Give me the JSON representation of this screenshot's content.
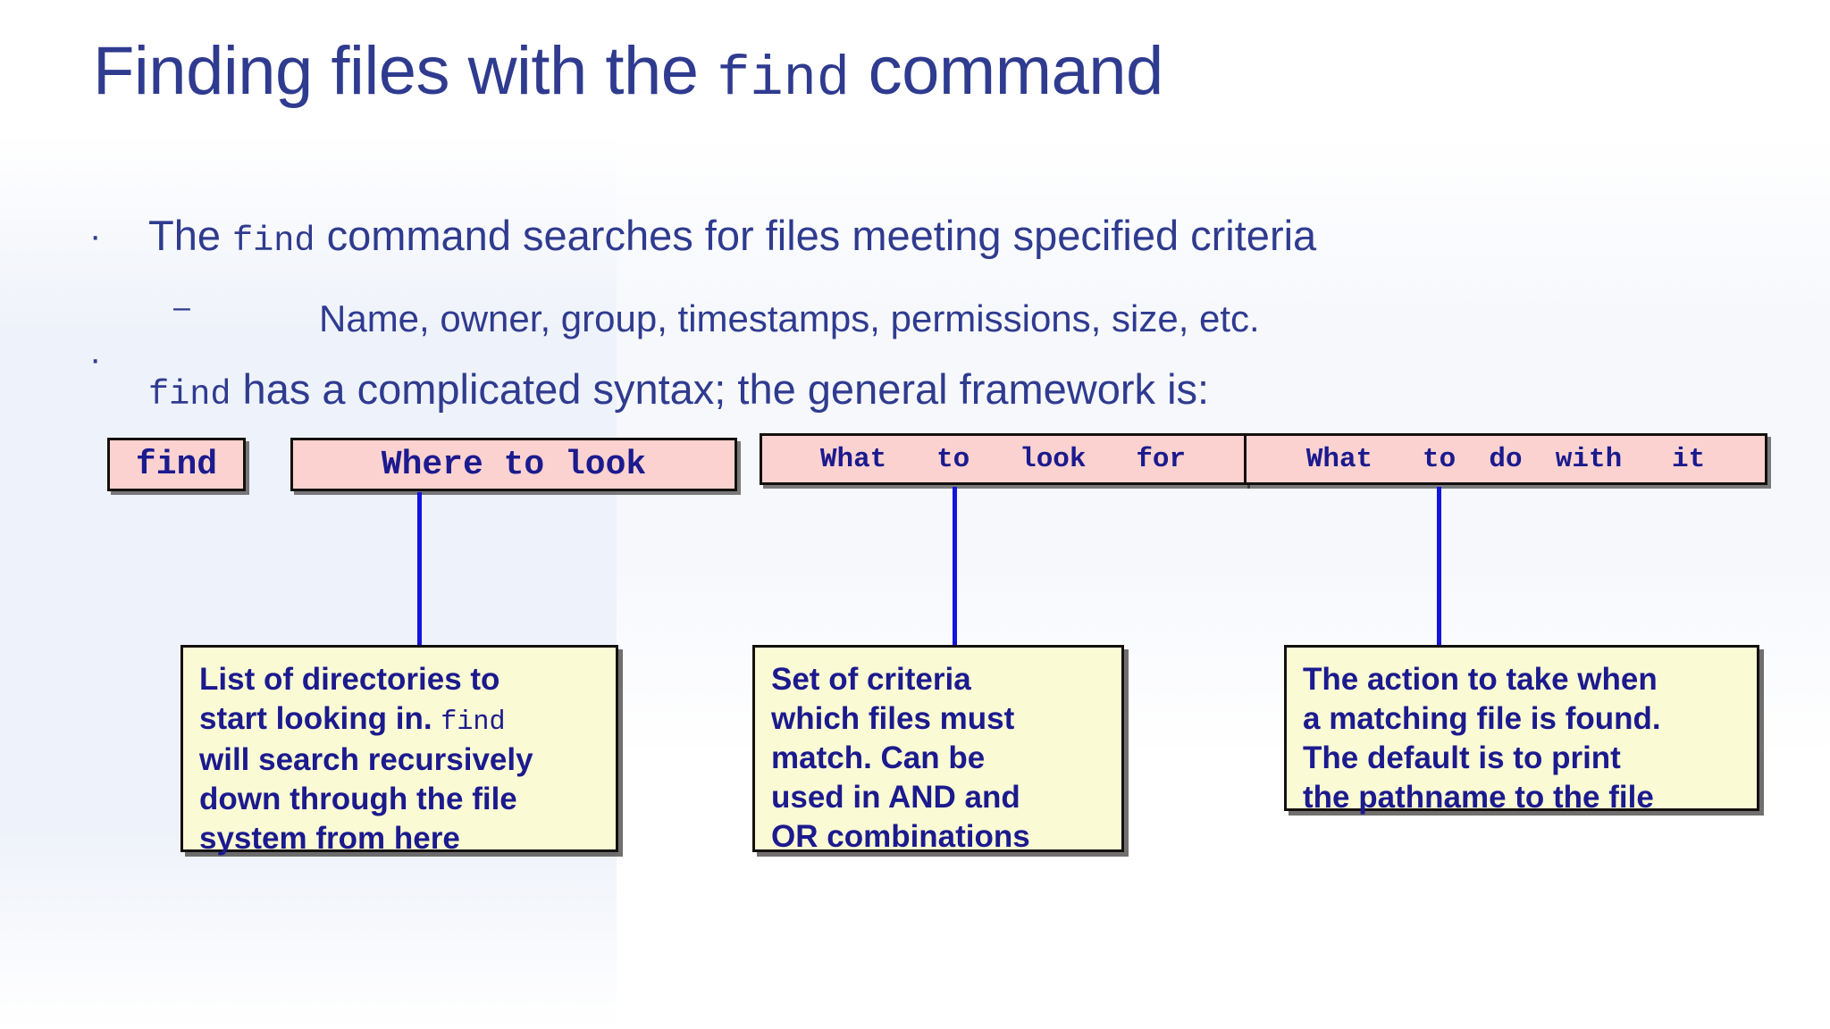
{
  "slide": {
    "title_before": "Finding files with the ",
    "title_mono": "find",
    "title_after": " command",
    "accent_navy": "#2f3b8f",
    "box_navy": "#1b1a8e",
    "pink_fill": "#fbd2cf",
    "yellow_fill": "#fafad4",
    "border_black": "#14100e",
    "connector_blue": "#1414dd"
  },
  "bullets": {
    "bullet1": {
      "marker": "·",
      "before": "The ",
      "mono": "find",
      "after": " command searches for files meeting specified criteria"
    },
    "sub1": {
      "marker": "–",
      "text": "Name, owner, group, timestamps, permissions, size, etc."
    },
    "bullet2": {
      "marker": "·",
      "mono": "find",
      "after": " has a complicated syntax; the general framework is:"
    }
  },
  "diagram": {
    "pink_boxes": [
      {
        "id": "find",
        "label": "find"
      },
      {
        "id": "where",
        "label": "Where to look"
      },
      {
        "id": "what",
        "label": "What   to   look   for"
      },
      {
        "id": "action",
        "label": "What   to  do  with   it"
      }
    ],
    "yellow_boxes": [
      {
        "id": "where-detail",
        "before": "List of directories to\nstart looking in. ",
        "mono": "find",
        "after": "\nwill search  recursively\ndown  through the file\nsystem from here"
      },
      {
        "id": "what-detail",
        "text": "Set of criteria\nwhich files must\nmatch. Can be\nused in AND and\nOR combinations"
      },
      {
        "id": "action-detail",
        "text": "The action to take  when\na matching file is  found.\nThe default is to  print\nthe pathname to  the file"
      }
    ]
  }
}
